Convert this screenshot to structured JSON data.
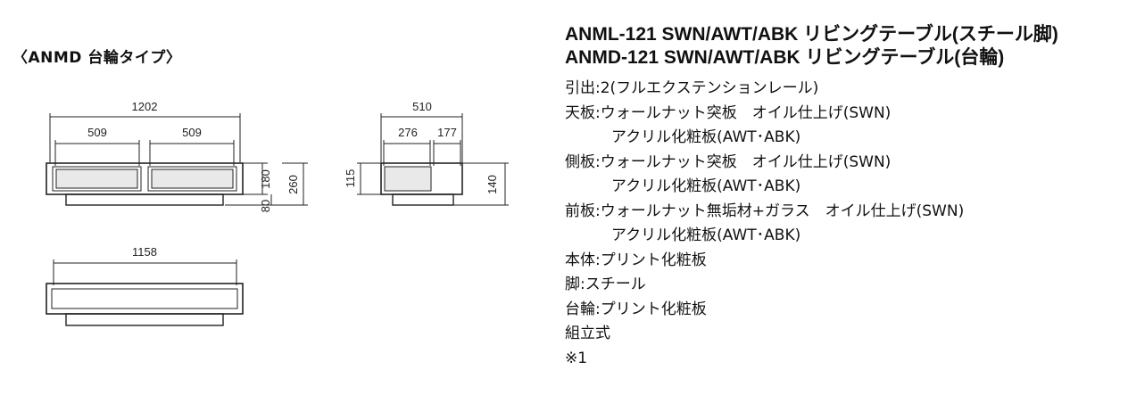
{
  "section_label": "〈ANMD 台輪タイプ〉",
  "drawings": {
    "front": {
      "overall_width": "1202",
      "left_drawer": "509",
      "right_drawer": "509",
      "body_height": "180",
      "total_height": "260",
      "base_height": "80"
    },
    "side": {
      "depth": "510",
      "drawer_depth": "276",
      "rear_depth": "177",
      "left_height": "115",
      "right_height": "140"
    },
    "top": {
      "width": "1158"
    }
  },
  "spec": {
    "title_line1": "ANML-121 SWN/AWT/ABK リビングテーブル(スチール脚)",
    "title_line2": "ANMD-121 SWN/AWT/ABK リビングテーブル(台輪)",
    "rows": [
      {
        "label": "引出:",
        "value": "2(フルエクステンションレール)",
        "cont": ""
      },
      {
        "label": "天板:",
        "value": "ウォールナット突板　オイル仕上げ(SWN)",
        "cont": "アクリル化粧板(AWT･ABK)"
      },
      {
        "label": "側板:",
        "value": "ウォールナット突板　オイル仕上げ(SWN)",
        "cont": "アクリル化粧板(AWT･ABK)"
      },
      {
        "label": "前板:",
        "value": "ウォールナット無垢材+ガラス　オイル仕上げ(SWN)",
        "cont": "アクリル化粧板(AWT･ABK)"
      },
      {
        "label": "本体:",
        "value": "プリント化粧板",
        "cont": ""
      },
      {
        "label": "脚:",
        "value": "スチール",
        "cont": ""
      },
      {
        "label": "台輪:",
        "value": "プリント化粧板",
        "cont": ""
      },
      {
        "label": "",
        "value": "組立式",
        "cont": ""
      },
      {
        "label": "",
        "value": "※1",
        "cont": ""
      }
    ]
  }
}
